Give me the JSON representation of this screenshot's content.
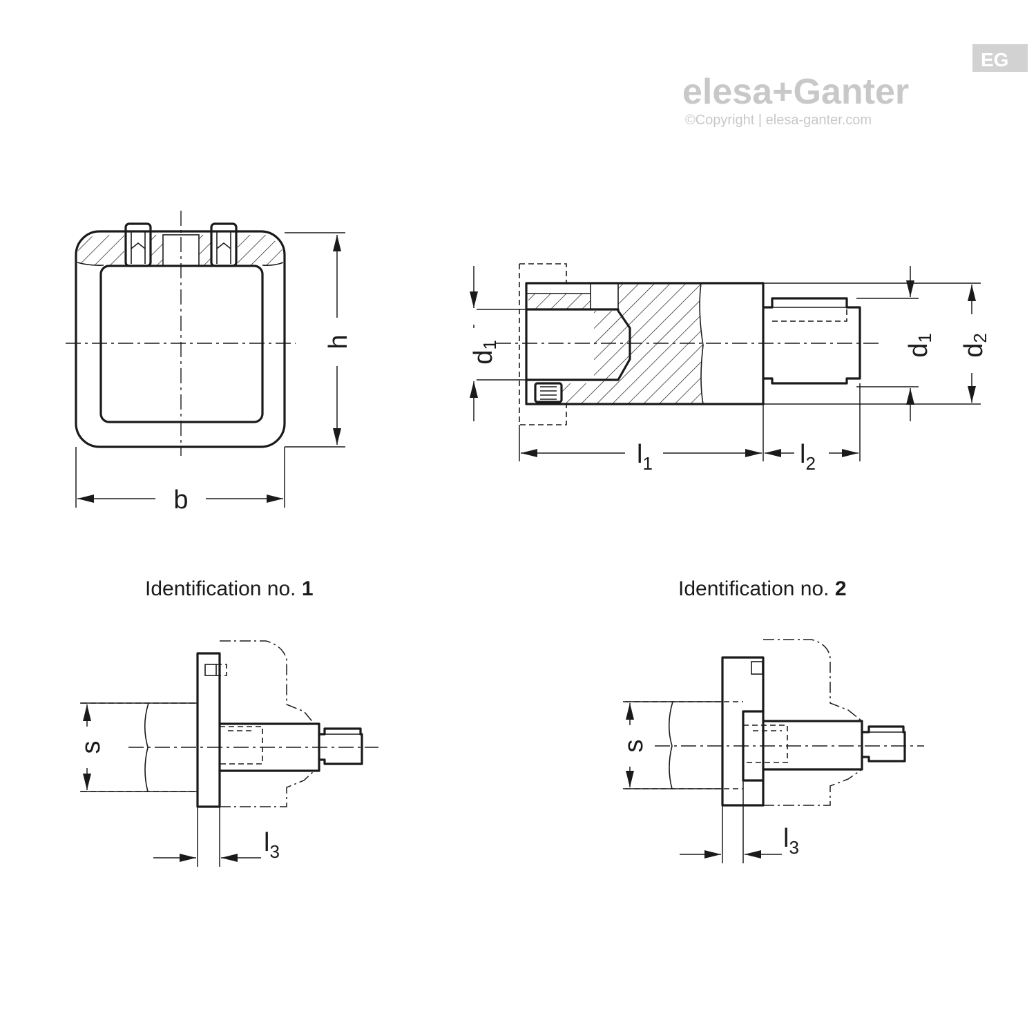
{
  "logo": {
    "wordmark": "elesa+Ganter",
    "copyright": "©Copyright | elesa-ganter.com",
    "badge": "EG",
    "color": "#c8c8c8"
  },
  "dimensions": {
    "b": "b",
    "h": "h",
    "d": "d",
    "d1_sub": "1",
    "d2_sub": "2",
    "l": "l",
    "l1_sub": "1",
    "l2_sub": "2",
    "l3_sub": "3",
    "s": "s"
  },
  "captions": {
    "id1_text": "Identification no.",
    "id1_num": "1",
    "id2_text": "Identification no.",
    "id2_num": "2"
  },
  "colors": {
    "line": "#1a1a1a",
    "background": "#ffffff"
  }
}
